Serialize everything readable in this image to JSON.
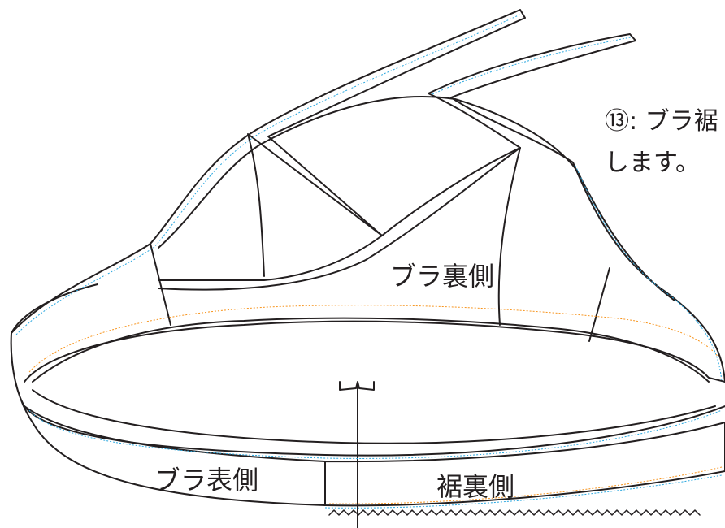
{
  "instruction": {
    "line1": "⑬: ブラ裾",
    "line2": "します。"
  },
  "labels": {
    "bra_inner": "ブラ裏側",
    "bra_outer": "ブラ表側",
    "hem_inner": "裾裏側"
  },
  "colors": {
    "outline": "#231f20",
    "stitch_blue": "#2aa7df",
    "stitch_orange": "#f7941d",
    "background": "#ffffff"
  }
}
